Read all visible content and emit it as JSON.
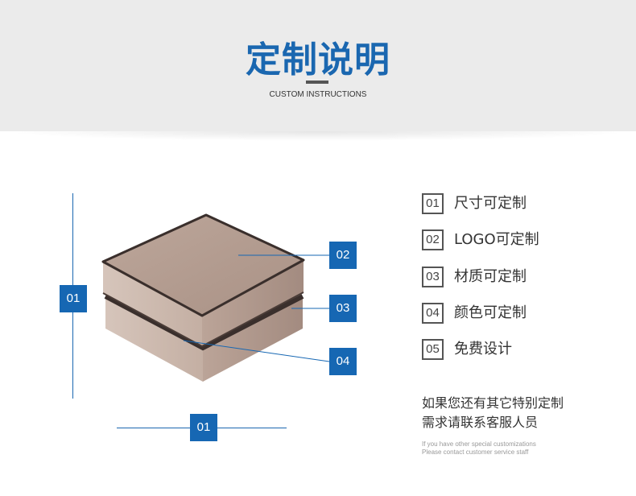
{
  "header": {
    "title": "定制说明",
    "subtitle": "CUSTOM INSTRUCTIONS"
  },
  "diagram": {
    "labels": {
      "height": "01",
      "width": "01",
      "lid": "02",
      "body": "03",
      "trim": "04"
    },
    "colors": {
      "accent": "#1667b3",
      "box_face": "#b59e92",
      "box_trim": "#3a2f2c"
    }
  },
  "features": [
    {
      "num": "01",
      "text": "尺寸可定制"
    },
    {
      "num": "02",
      "text": "LOGO可定制"
    },
    {
      "num": "03",
      "text": "材质可定制"
    },
    {
      "num": "04",
      "text": "颜色可定制"
    },
    {
      "num": "05",
      "text": "免费设计"
    }
  ],
  "note": {
    "cn_line1": "如果您还有其它特别定制",
    "cn_line2": "需求请联系客服人员",
    "en_line1": "If you have other special customizations",
    "en_line2": "Please contact customer service staff"
  }
}
